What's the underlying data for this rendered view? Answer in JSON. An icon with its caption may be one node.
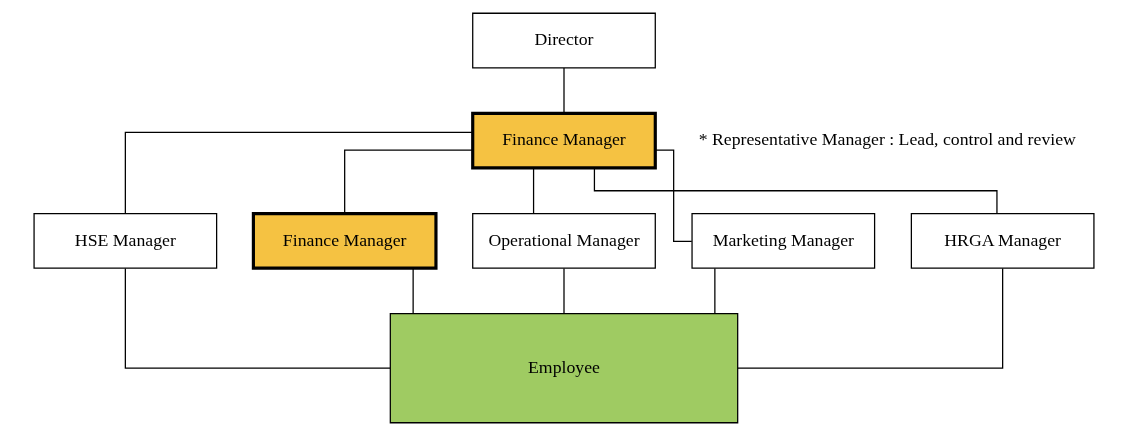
{
  "diagram": {
    "nodes": [
      {
        "text": [
          "Director"
        ]
      },
      {
        "text": [
          "Finance Manager"
        ],
        "beside": [
          "* Representative Manager : Lead, control and review"
        ]
      },
      {
        "text": [
          "HSE Manager"
        ]
      },
      {
        "text": [
          "Finance Manager"
        ]
      },
      {
        "text": [
          "Operational Manager"
        ]
      },
      {
        "text": [
          "Marketing Manager"
        ]
      },
      {
        "text": [
          "HRGA Manager"
        ]
      },
      {
        "text": [
          "Employee"
        ]
      }
    ],
    "edges": [
      {
        "from": 0,
        "to": 1,
        "arrow": "none"
      },
      {
        "from": 1,
        "to": 2,
        "arrow": "none"
      },
      {
        "from": 1,
        "to": 3,
        "arrow": "none"
      },
      {
        "from": 1,
        "to": 4,
        "arrow": "none"
      },
      {
        "from": 1,
        "to": 5,
        "arrow": "none"
      },
      {
        "from": 1,
        "to": 6,
        "arrow": "none"
      },
      {
        "from": 2,
        "to": 7,
        "arrow": "none"
      },
      {
        "from": 3,
        "to": 7,
        "arrow": "none"
      },
      {
        "from": 4,
        "to": 7,
        "arrow": "none"
      },
      {
        "from": 5,
        "to": 7,
        "arrow": "none"
      },
      {
        "from": 6,
        "to": 7,
        "arrow": "none"
      }
    ]
  }
}
